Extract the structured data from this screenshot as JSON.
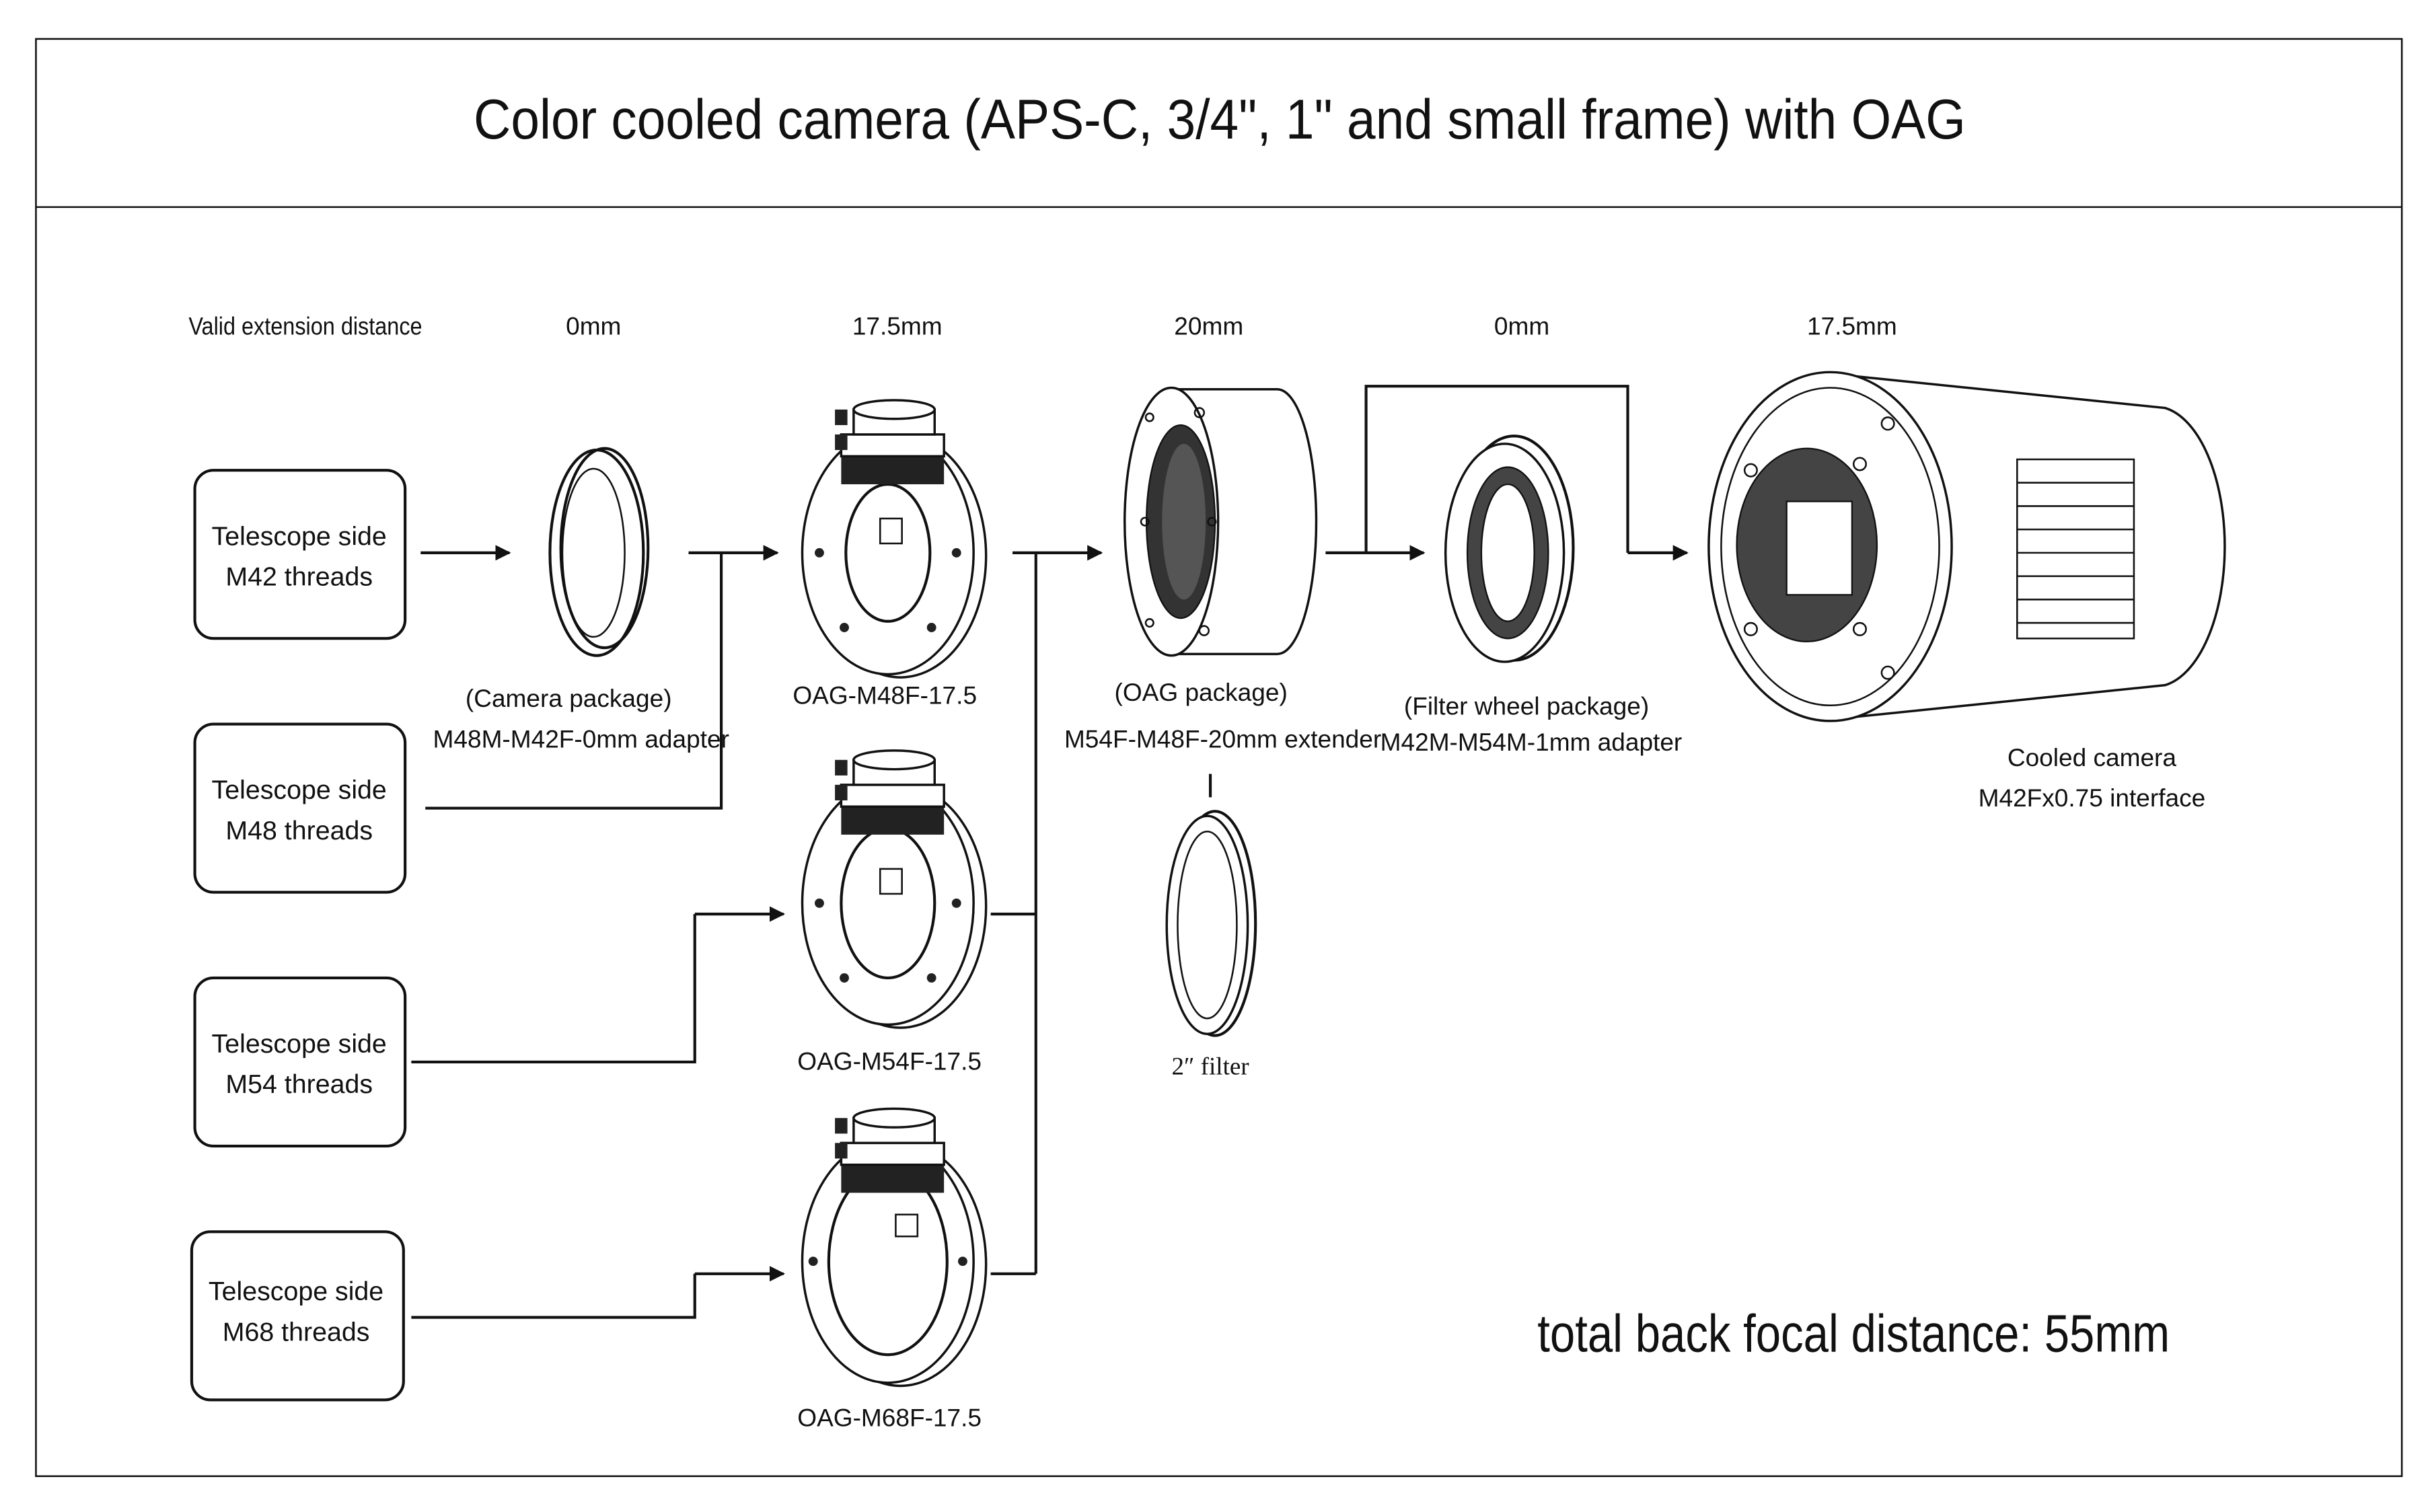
{
  "title": "Color cooled camera (APS-C, 3/4\", 1\" and small frame) with OAG",
  "header": {
    "row_label": "Valid extension distance",
    "distances": [
      "0mm",
      "17.5mm",
      "20mm",
      "0mm",
      "17.5mm"
    ]
  },
  "telescope_boxes": [
    {
      "line1": "Telescope side",
      "line2": "M42 threads"
    },
    {
      "line1": "Telescope side",
      "line2": "M48 threads"
    },
    {
      "line1": "Telescope side",
      "line2": "M54 threads"
    },
    {
      "line1": "Telescope side",
      "line2": "M68 threads"
    }
  ],
  "components": {
    "camera_adapter": {
      "package": "(Camera package)",
      "name": "M48M-M42F-0mm adapter"
    },
    "oag1": {
      "name": "OAG-M48F-17.5"
    },
    "oag2": {
      "name": "OAG-M54F-17.5"
    },
    "oag3": {
      "name": "OAG-M68F-17.5"
    },
    "extender": {
      "package": "(OAG package)",
      "name": "M54F-M48F-20mm extender"
    },
    "filter": {
      "name": "2″ filter"
    },
    "filter_wheel_adapter": {
      "package": "(Filter wheel package)",
      "name": "M42M-M54M-1mm adapter"
    },
    "camera": {
      "name": "Cooled camera",
      "interface": "M42Fx0.75 interface"
    }
  },
  "total": "total back focal distance: 55mm"
}
